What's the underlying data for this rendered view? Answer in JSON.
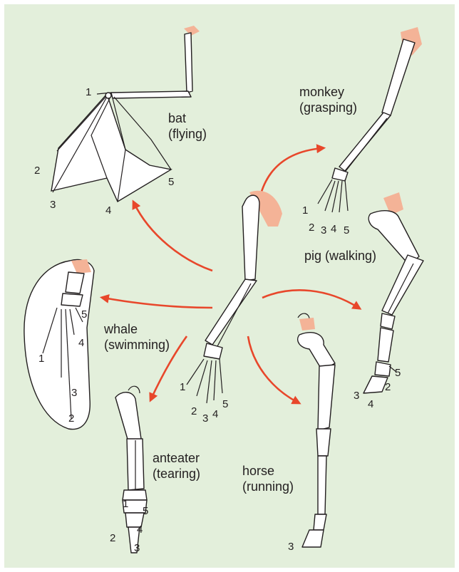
{
  "colors": {
    "background": "#e3efdb",
    "arrow": "#e8472b",
    "scapula": "#f4b397",
    "ink": "#231f20"
  },
  "labels": {
    "bat": [
      "bat",
      "(flying)"
    ],
    "monkey": [
      "monkey",
      "(grasping)"
    ],
    "pig": [
      "pig (walking)"
    ],
    "whale": [
      "whale",
      "(swimming)"
    ],
    "anteater": [
      "anteater",
      "(tearing)"
    ],
    "horse": [
      "horse",
      "(running)"
    ]
  },
  "digits": {
    "bat": [
      "1",
      "2",
      "3",
      "4",
      "5"
    ],
    "monkey": [
      "1",
      "2",
      "3",
      "4",
      "5"
    ],
    "pig": [
      "3",
      "4",
      "2",
      "5"
    ],
    "whale": [
      "5",
      "4",
      "1",
      "3",
      "2"
    ],
    "center": [
      "1",
      "2",
      "3",
      "4",
      "5"
    ],
    "anteater": [
      "1",
      "5",
      "4",
      "2",
      "3"
    ],
    "horse": [
      "3"
    ]
  }
}
